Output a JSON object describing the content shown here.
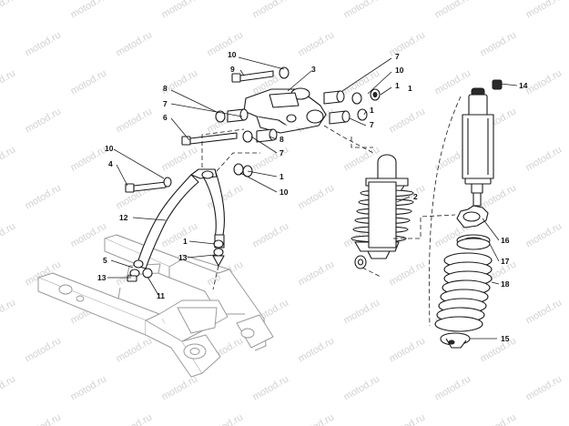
{
  "watermark": "motod.ru",
  "callouts": {
    "c1": "1",
    "c2": "1",
    "c3": "1",
    "c4": "1",
    "c5": "1",
    "c6": "2",
    "c7": "3",
    "c8": "4",
    "c9": "5",
    "c10": "6",
    "c11": "7",
    "c12": "7",
    "c13": "7",
    "c14": "7",
    "c15": "8",
    "c16": "8",
    "c17": "9",
    "c18": "10",
    "c19": "10",
    "c20": "10",
    "c21": "10",
    "c22": "11",
    "c23": "12",
    "c24": "13",
    "c25": "13",
    "c26": "14",
    "c27": "15",
    "c28": "16",
    "c29": "17",
    "c30": "18"
  }
}
